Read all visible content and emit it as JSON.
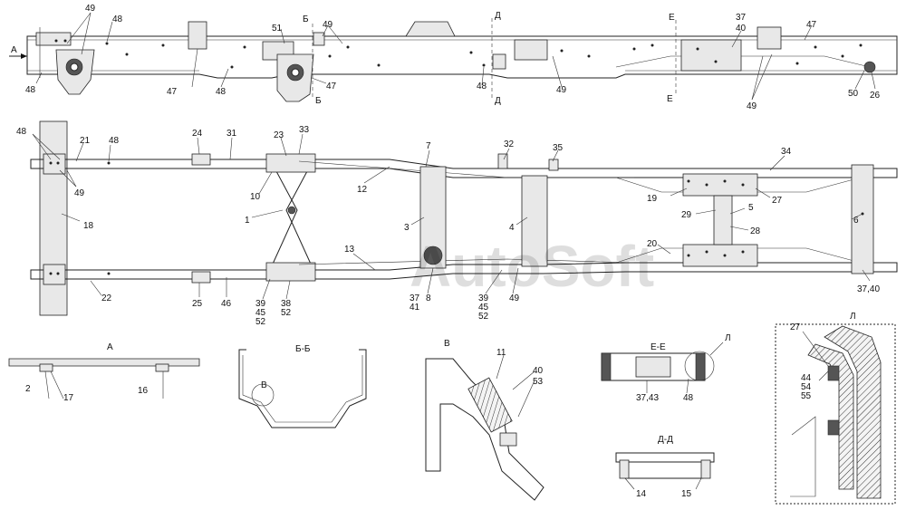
{
  "watermark": "AutoSoft",
  "section_titles": {
    "A": "А",
    "BB": "Б-Б",
    "V": "В",
    "EE": "Е-Е",
    "L": "Л",
    "DD": "Д-Д"
  },
  "top_view": {
    "arrow_A": "А",
    "cut_B_top": "Б",
    "cut_B_bottom": "Б",
    "cut_D_top": "Д",
    "cut_D_bottom": "Д",
    "cut_E_top": "Е",
    "cut_E_bottom": "Е",
    "labels": [
      "49",
      "48",
      "47",
      "48",
      "51",
      "49",
      "47",
      "48",
      "37",
      "40",
      "47",
      "48",
      "49",
      "49",
      "50",
      "26"
    ]
  },
  "plan_view": {
    "labels": [
      "48",
      "21",
      "48",
      "49",
      "18",
      "22",
      "24",
      "31",
      "23",
      "33",
      "10",
      "1",
      "25",
      "46",
      "39",
      "45",
      "52",
      "38",
      "52",
      "13",
      "12",
      "7",
      "3",
      "37",
      "41",
      "8",
      "32",
      "35",
      "4",
      "39",
      "45",
      "52",
      "49",
      "34",
      "19",
      "27",
      "29",
      "5",
      "28",
      "6",
      "20",
      "37,40"
    ]
  },
  "detail_labels": {
    "A": [
      "2",
      "17",
      "16"
    ],
    "BB": [
      "В"
    ],
    "V": [
      "11",
      "40",
      "53"
    ],
    "EE": [
      "37,43",
      "48",
      "Л"
    ],
    "L": [
      "27",
      "44",
      "54",
      "55"
    ],
    "DD": [
      "14",
      "15"
    ]
  }
}
